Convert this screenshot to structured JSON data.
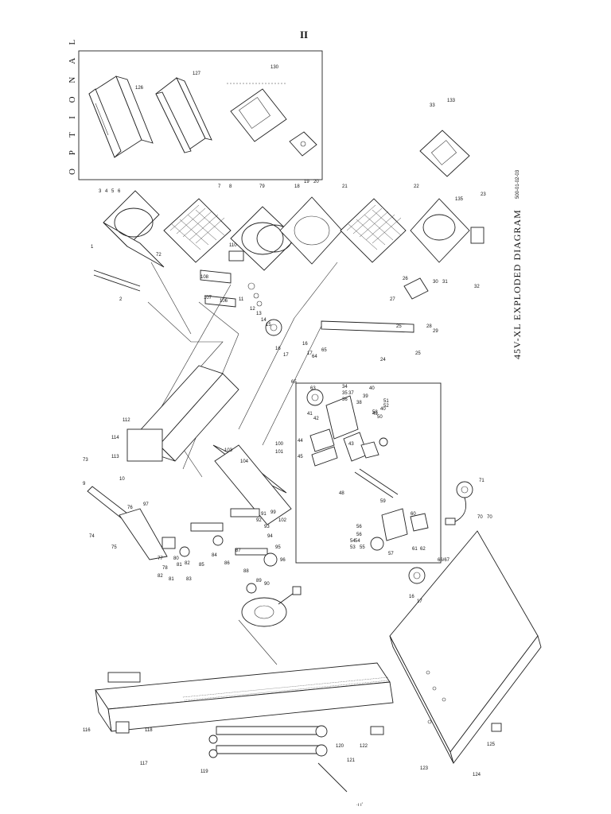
{
  "page_number": "II",
  "title": "45V-XL EXPLODED DIAGRAM",
  "optional_label": "O P T I O N A L",
  "drawing_code": "500-01-02-03",
  "stray_mark": "∙ı ı'",
  "part_labels": [
    {
      "id": "l1",
      "text": "1"
    },
    {
      "id": "l2",
      "text": "2"
    },
    {
      "id": "l3",
      "text": "3"
    },
    {
      "id": "l4",
      "text": "4"
    },
    {
      "id": "l5",
      "text": "5"
    },
    {
      "id": "l6",
      "text": "6"
    },
    {
      "id": "l7",
      "text": "7"
    },
    {
      "id": "l8",
      "text": "8"
    },
    {
      "id": "l9",
      "text": "9"
    },
    {
      "id": "l10",
      "text": "10"
    },
    {
      "id": "l11",
      "text": "11"
    },
    {
      "id": "l12",
      "text": "12"
    },
    {
      "id": "l13",
      "text": "13"
    },
    {
      "id": "l14",
      "text": "14"
    },
    {
      "id": "l15",
      "text": "15"
    },
    {
      "id": "l16",
      "text": "16"
    },
    {
      "id": "l17",
      "text": "17"
    },
    {
      "id": "l18",
      "text": "18"
    },
    {
      "id": "l19",
      "text": "19"
    },
    {
      "id": "l20",
      "text": "20"
    },
    {
      "id": "l21",
      "text": "21"
    },
    {
      "id": "l22",
      "text": "22"
    },
    {
      "id": "l23",
      "text": "23"
    },
    {
      "id": "l24",
      "text": "24"
    },
    {
      "id": "l25",
      "text": "25"
    },
    {
      "id": "l26",
      "text": "26"
    },
    {
      "id": "l27",
      "text": "27"
    },
    {
      "id": "l28",
      "text": "28"
    },
    {
      "id": "l29",
      "text": "29"
    },
    {
      "id": "l30",
      "text": "30"
    },
    {
      "id": "l31",
      "text": "31"
    },
    {
      "id": "l32",
      "text": "32"
    },
    {
      "id": "l33",
      "text": "33"
    },
    {
      "id": "l34",
      "text": "34"
    },
    {
      "id": "l35",
      "text": "35"
    },
    {
      "id": "l36",
      "text": "36"
    },
    {
      "id": "l37",
      "text": "37"
    },
    {
      "id": "l38",
      "text": "38"
    },
    {
      "id": "l39",
      "text": "39"
    },
    {
      "id": "l40",
      "text": "40"
    },
    {
      "id": "l41",
      "text": "41"
    },
    {
      "id": "l42",
      "text": "42"
    },
    {
      "id": "l43",
      "text": "43"
    },
    {
      "id": "l44",
      "text": "44"
    },
    {
      "id": "l45",
      "text": "45"
    },
    {
      "id": "l48",
      "text": "48"
    },
    {
      "id": "l49",
      "text": "49"
    },
    {
      "id": "l50",
      "text": "50"
    },
    {
      "id": "l51",
      "text": "51"
    },
    {
      "id": "l52",
      "text": "52"
    },
    {
      "id": "l53",
      "text": "53"
    },
    {
      "id": "l54",
      "text": "54"
    },
    {
      "id": "l55",
      "text": "55"
    },
    {
      "id": "l56",
      "text": "56"
    },
    {
      "id": "l57",
      "text": "57"
    },
    {
      "id": "l58",
      "text": "58"
    },
    {
      "id": "l59",
      "text": "59"
    },
    {
      "id": "l60",
      "text": "60"
    },
    {
      "id": "l61",
      "text": "61"
    },
    {
      "id": "l62",
      "text": "62"
    },
    {
      "id": "l63",
      "text": "63"
    },
    {
      "id": "l64",
      "text": "64"
    },
    {
      "id": "l65",
      "text": "65"
    },
    {
      "id": "l6667",
      "text": "66/67"
    },
    {
      "id": "l70",
      "text": "70"
    },
    {
      "id": "l71",
      "text": "71"
    },
    {
      "id": "l72",
      "text": "72"
    },
    {
      "id": "l73",
      "text": "73"
    },
    {
      "id": "l74",
      "text": "74"
    },
    {
      "id": "l75",
      "text": "75"
    },
    {
      "id": "l76",
      "text": "76"
    },
    {
      "id": "l77",
      "text": "77"
    },
    {
      "id": "l78",
      "text": "78"
    },
    {
      "id": "l79",
      "text": "79"
    },
    {
      "id": "l80",
      "text": "80"
    },
    {
      "id": "l81",
      "text": "81"
    },
    {
      "id": "l82",
      "text": "82"
    },
    {
      "id": "l83",
      "text": "83"
    },
    {
      "id": "l84",
      "text": "84"
    },
    {
      "id": "l85",
      "text": "85"
    },
    {
      "id": "l86",
      "text": "86"
    },
    {
      "id": "l87",
      "text": "87"
    },
    {
      "id": "l88",
      "text": "88"
    },
    {
      "id": "l89",
      "text": "89"
    },
    {
      "id": "l90",
      "text": "90"
    },
    {
      "id": "l91",
      "text": "91"
    },
    {
      "id": "l92",
      "text": "92"
    },
    {
      "id": "l93",
      "text": "93"
    },
    {
      "id": "l94",
      "text": "94"
    },
    {
      "id": "l95",
      "text": "95"
    },
    {
      "id": "l96",
      "text": "96"
    },
    {
      "id": "l97",
      "text": "97"
    },
    {
      "id": "l99",
      "text": "99"
    },
    {
      "id": "l100",
      "text": "100"
    },
    {
      "id": "l101",
      "text": "101"
    },
    {
      "id": "l102",
      "text": "102"
    },
    {
      "id": "l103",
      "text": "103"
    },
    {
      "id": "l104",
      "text": "104"
    },
    {
      "id": "l106",
      "text": "106"
    },
    {
      "id": "l107",
      "text": "107"
    },
    {
      "id": "l108",
      "text": "108"
    },
    {
      "id": "l110",
      "text": "110"
    },
    {
      "id": "l112",
      "text": "112"
    },
    {
      "id": "l113",
      "text": "113"
    },
    {
      "id": "l114",
      "text": "114"
    },
    {
      "id": "l116",
      "text": "116"
    },
    {
      "id": "l117",
      "text": "117"
    },
    {
      "id": "l118",
      "text": "118"
    },
    {
      "id": "l119",
      "text": "119"
    },
    {
      "id": "l120",
      "text": "120"
    },
    {
      "id": "l121",
      "text": "121"
    },
    {
      "id": "l122",
      "text": "122"
    },
    {
      "id": "l123",
      "text": "123"
    },
    {
      "id": "l124",
      "text": "124"
    },
    {
      "id": "l125",
      "text": "125"
    },
    {
      "id": "l126",
      "text": "126"
    },
    {
      "id": "l127",
      "text": "127"
    },
    {
      "id": "l130",
      "text": "130"
    },
    {
      "id": "l133",
      "text": "133"
    },
    {
      "id": "l135",
      "text": "135"
    },
    {
      "id": "l70b",
      "text": "70"
    },
    {
      "id": "l16b",
      "text": "16"
    },
    {
      "id": "l17b",
      "text": "17"
    },
    {
      "id": "l16c",
      "text": "16"
    },
    {
      "id": "l17c",
      "text": "17"
    },
    {
      "id": "l25b",
      "text": "25"
    },
    {
      "id": "l82b",
      "text": "82"
    },
    {
      "id": "l81b",
      "text": "81"
    },
    {
      "id": "l56b",
      "text": "56"
    },
    {
      "id": "l54b",
      "text": "54"
    },
    {
      "id": "l40b",
      "text": "40"
    },
    {
      "id": "l65b",
      "text": "65"
    }
  ]
}
